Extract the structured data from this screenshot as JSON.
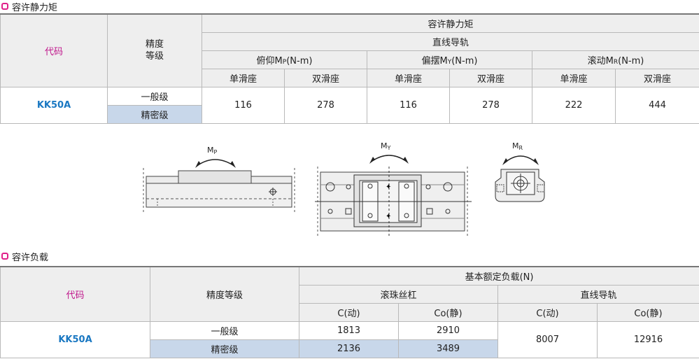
{
  "sec1": {
    "title": "容许静力矩"
  },
  "t1": {
    "code_header": "代码",
    "precision_header": "精度\n等级",
    "group_header": "容许静力矩",
    "subgroup_header": "直线导轨",
    "m_pitch": "俯仰MP(N-m)",
    "m_yaw": "偏摆MY(N-m)",
    "m_roll": "滚动MR(N-m)",
    "single": "单滑座",
    "double": "双滑座",
    "model": "KK50A",
    "grade_general": "一般级",
    "grade_precision": "精密级",
    "values": [
      "116",
      "278",
      "116",
      "278",
      "222",
      "444"
    ]
  },
  "diagram": {
    "mp": {
      "m": "M",
      "sub": "P"
    },
    "my": {
      "m": "M",
      "sub": "Y"
    },
    "mr": {
      "m": "M",
      "sub": "R"
    }
  },
  "sec2": {
    "title": "容许负载"
  },
  "t2": {
    "code_header": "代码",
    "precision_header": "精度等级",
    "group_header": "基本额定负载(N)",
    "ballscrew": "滚珠丝杠",
    "linear_guide": "直线导轨",
    "c_dyn": "C(动)",
    "co_static": "Co(静)",
    "model": "KK50A",
    "grade_general": "一般级",
    "grade_precision": "精密级",
    "bs_general_c": "1813",
    "bs_general_co": "2910",
    "bs_precision_c": "2136",
    "bs_precision_co": "3489",
    "lg_c": "8007",
    "lg_co": "12916"
  }
}
